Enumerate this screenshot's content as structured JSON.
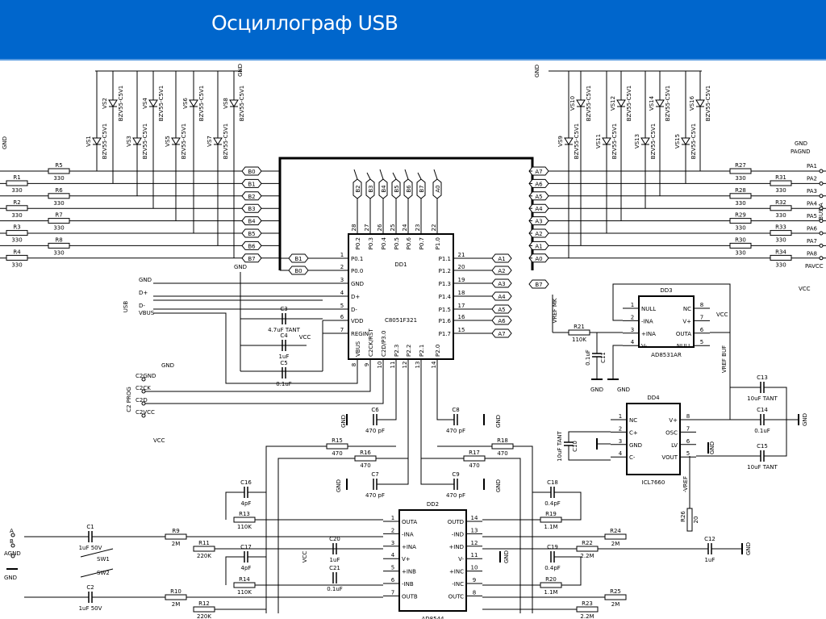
{
  "title": "Осциллограф USB",
  "colors": {
    "header": "#0066cc",
    "title_text": "#ffffff",
    "lines": "#000000"
  },
  "dd1": {
    "ref": "DD1",
    "part": "C8051F321",
    "left_pins": [
      {
        "num": "1",
        "name": "P0.1"
      },
      {
        "num": "2",
        "name": "P0.0"
      },
      {
        "num": "3",
        "name": "GND"
      },
      {
        "num": "4",
        "name": "D+"
      },
      {
        "num": "5",
        "name": "D-"
      },
      {
        "num": "6",
        "name": "VDD"
      },
      {
        "num": "7",
        "name": "REGIN"
      }
    ],
    "right_pins": [
      {
        "num": "21",
        "name": "P1.1"
      },
      {
        "num": "20",
        "name": "P1.2"
      },
      {
        "num": "19",
        "name": "P1.3"
      },
      {
        "num": "18",
        "name": "P1.4"
      },
      {
        "num": "17",
        "name": "P1.5"
      },
      {
        "num": "16",
        "name": "P1.6"
      },
      {
        "num": "15",
        "name": "P1.7"
      }
    ],
    "top_pins": [
      {
        "num": "28",
        "name": "P0.2"
      },
      {
        "num": "27",
        "name": "P0.3"
      },
      {
        "num": "26",
        "name": "P0.4"
      },
      {
        "num": "25",
        "name": "P0.5"
      },
      {
        "num": "24",
        "name": "P0.6"
      },
      {
        "num": "23",
        "name": "P0.7"
      },
      {
        "num": "22",
        "name": "P1.0"
      }
    ],
    "bottom_pins": [
      {
        "num": "8",
        "name": "VBUS"
      },
      {
        "num": "9",
        "name": "C2CK/RST"
      },
      {
        "num": "10",
        "name": "C2D/P3.0"
      },
      {
        "num": "11",
        "name": "P2.3"
      },
      {
        "num": "12",
        "name": "P2.2"
      },
      {
        "num": "13",
        "name": "P2.1"
      },
      {
        "num": "14",
        "name": "P2.0"
      }
    ]
  },
  "dd2": {
    "ref": "DD2",
    "part": "AD8544",
    "left_pins": [
      {
        "num": "1",
        "name": "OUTA"
      },
      {
        "num": "2",
        "name": "-INA"
      },
      {
        "num": "3",
        "name": "+INA"
      },
      {
        "num": "4",
        "name": "V+"
      },
      {
        "num": "5",
        "name": "+INB"
      },
      {
        "num": "6",
        "name": "-INB"
      },
      {
        "num": "7",
        "name": "OUTB"
      }
    ],
    "right_pins": [
      {
        "num": "14",
        "name": "OUTD"
      },
      {
        "num": "13",
        "name": "-IND"
      },
      {
        "num": "12",
        "name": "+IND"
      },
      {
        "num": "11",
        "name": "V-"
      },
      {
        "num": "10",
        "name": "+INC"
      },
      {
        "num": "9",
        "name": "-INC"
      },
      {
        "num": "8",
        "name": "OUTC"
      }
    ]
  },
  "dd3": {
    "ref": "DD3",
    "part": "AD8531AR",
    "left_pins": [
      {
        "num": "1",
        "name": "NULL"
      },
      {
        "num": "2",
        "name": "-INA"
      },
      {
        "num": "3",
        "name": "+INA"
      },
      {
        "num": "4",
        "name": "V-"
      }
    ],
    "right_pins": [
      {
        "num": "8",
        "name": "NC"
      },
      {
        "num": "7",
        "name": "V+"
      },
      {
        "num": "6",
        "name": "OUTA"
      },
      {
        "num": "5",
        "name": "NULL"
      }
    ]
  },
  "dd4": {
    "ref": "DD4",
    "part": "ICL7660",
    "left_pins": [
      {
        "num": "1",
        "name": "NC"
      },
      {
        "num": "2",
        "name": "C+"
      },
      {
        "num": "3",
        "name": "GND"
      },
      {
        "num": "4",
        "name": "C-"
      }
    ],
    "right_pins": [
      {
        "num": "8",
        "name": "V+"
      },
      {
        "num": "7",
        "name": "OSC"
      },
      {
        "num": "6",
        "name": "LV"
      },
      {
        "num": "5",
        "name": "VOUT"
      }
    ]
  },
  "bus_left": [
    "B0",
    "B1",
    "B2",
    "B3",
    "B4",
    "B5",
    "B6",
    "B7"
  ],
  "bus_right": [
    "A7",
    "A6",
    "A5",
    "A4",
    "A3",
    "A2",
    "A1",
    "A0"
  ],
  "bus_top": [
    "B2",
    "B3",
    "B4",
    "B5",
    "B6",
    "B7",
    "A0"
  ],
  "bus_inner_left": [
    "B1",
    "B0"
  ],
  "bus_inner_right": [
    "A1",
    "A2",
    "A3",
    "A4",
    "A5",
    "A6",
    "A7"
  ],
  "bus_b7_label": "B7",
  "resistors": [
    {
      "ref": "R1",
      "value": "330"
    },
    {
      "ref": "R2",
      "value": "330"
    },
    {
      "ref": "R3",
      "value": "330"
    },
    {
      "ref": "R4",
      "value": "330"
    },
    {
      "ref": "R5",
      "value": "330"
    },
    {
      "ref": "R6",
      "value": "330"
    },
    {
      "ref": "R7",
      "value": "330"
    },
    {
      "ref": "R8",
      "value": "330"
    },
    {
      "ref": "R27",
      "value": "330"
    },
    {
      "ref": "R28",
      "value": "330"
    },
    {
      "ref": "R29",
      "value": "330"
    },
    {
      "ref": "R30",
      "value": "330"
    },
    {
      "ref": "R31",
      "value": "330"
    },
    {
      "ref": "R32",
      "value": "330"
    },
    {
      "ref": "R33",
      "value": "330"
    },
    {
      "ref": "R34",
      "value": "330"
    },
    {
      "ref": "R21",
      "value": "110K"
    },
    {
      "ref": "R15",
      "value": "470"
    },
    {
      "ref": "R16",
      "value": "470"
    },
    {
      "ref": "R17",
      "value": "470"
    },
    {
      "ref": "R18",
      "value": "470"
    },
    {
      "ref": "R13",
      "value": "110K"
    },
    {
      "ref": "R14",
      "value": "110K"
    },
    {
      "ref": "R19",
      "value": "1.1M"
    },
    {
      "ref": "R20",
      "value": "1.1M"
    },
    {
      "ref": "R9",
      "value": "2M"
    },
    {
      "ref": "R10",
      "value": "2M"
    },
    {
      "ref": "R11",
      "value": "220K"
    },
    {
      "ref": "R12",
      "value": "220K"
    },
    {
      "ref": "R22",
      "value": "2.2M"
    },
    {
      "ref": "R23",
      "value": "2.2M"
    },
    {
      "ref": "R24",
      "value": "2M"
    },
    {
      "ref": "R25",
      "value": "2M"
    },
    {
      "ref": "R26",
      "value": "20"
    }
  ],
  "capacitors": [
    {
      "ref": "C3",
      "value": "4.7uF TANT"
    },
    {
      "ref": "C4",
      "value": "1uF"
    },
    {
      "ref": "C5",
      "value": "0.1uF"
    },
    {
      "ref": "C6",
      "value": "470 pF"
    },
    {
      "ref": "C7",
      "value": "470 pF"
    },
    {
      "ref": "C8",
      "value": "470 pF"
    },
    {
      "ref": "C9",
      "value": "470 pF"
    },
    {
      "ref": "C16",
      "value": "4pF"
    },
    {
      "ref": "C17",
      "value": "4pF"
    },
    {
      "ref": "C18",
      "value": "0.4pF"
    },
    {
      "ref": "C19",
      "value": "0.4pF"
    },
    {
      "ref": "C1",
      "value": "1uF 50V"
    },
    {
      "ref": "C2",
      "value": "1uF 50V"
    },
    {
      "ref": "C20",
      "value": "1uF"
    },
    {
      "ref": "C21",
      "value": "0.1uF"
    },
    {
      "ref": "C11",
      "value": "0.1uF"
    },
    {
      "ref": "C12",
      "value": "1uF"
    },
    {
      "ref": "C13",
      "value": "10uF TANT"
    },
    {
      "ref": "C14",
      "value": "0.1uF"
    },
    {
      "ref": "C15",
      "value": "10uF TANT"
    },
    {
      "ref": "C10",
      "value": "10uF TANT"
    }
  ],
  "zeners": [
    {
      "ref": "VS1",
      "part": "BZV55-C5V1"
    },
    {
      "ref": "VS2",
      "part": "BZV55-C5V1"
    },
    {
      "ref": "VS3",
      "part": "BZV55-C5V1"
    },
    {
      "ref": "VS4",
      "part": "BZV55-C5V1"
    },
    {
      "ref": "VS5",
      "part": "BZV55-C5V1"
    },
    {
      "ref": "VS6",
      "part": "BZV55-C5V1"
    },
    {
      "ref": "VS7",
      "part": "BZV55-C5V1"
    },
    {
      "ref": "VS8",
      "part": "BZV55-C5V1"
    },
    {
      "ref": "VS9",
      "part": "BZV55-C5V1"
    },
    {
      "ref": "VS10",
      "part": "BZV55-C5V1"
    },
    {
      "ref": "VS11",
      "part": "BZV55-C5V1"
    },
    {
      "ref": "VS12",
      "part": "BZV55-C5V1"
    },
    {
      "ref": "VS13",
      "part": "BZV55-C5V1"
    },
    {
      "ref": "VS14",
      "part": "BZV55-C5V1"
    },
    {
      "ref": "VS15",
      "part": "BZV55-C5V1"
    },
    {
      "ref": "VS16",
      "part": "BZV55-C5V1"
    }
  ],
  "nets": {
    "gnd": "GND",
    "vcc": "VCC",
    "usb": "USB",
    "dplus": "D+",
    "dminus": "D-",
    "vbus": "VBUS",
    "c2prog": "C2 PROG",
    "c2gnd": "C2GND",
    "c2ck": "C2CK",
    "c2d": "C2D",
    "c2vcc": "C2VCC",
    "pagnd": "PAGND",
    "pa": [
      "PA1",
      "PA2",
      "PA3",
      "PA4",
      "PA5",
      "PA6",
      "PA7",
      "PA8"
    ],
    "pavcc": "PAVCC",
    "bus_a": "BUS A",
    "vref_mk": "VREF MK",
    "vref_buf": "VREF BUF",
    "neg_vref": "-VREF",
    "in_a": "A",
    "in_b": "B",
    "agnd": "AGND",
    "sw1": "SW1",
    "sw2": "SW2"
  }
}
